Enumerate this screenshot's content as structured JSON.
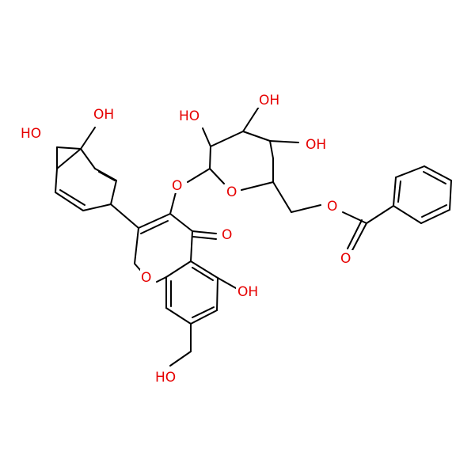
{
  "molecule": {
    "oxygen_color": "#e60000",
    "bond_color": "#000000",
    "labels": {
      "oh_catechol_3": "OH",
      "oh_catechol_4": "HO",
      "oh_sugar_2": "HO",
      "oh_sugar_3": "OH",
      "oh_sugar_4": "OH",
      "o_glycosidic": "O",
      "o_ring_sugar": "O",
      "o_ester": "O",
      "o_carbonyl_ester": "O",
      "o_ketone": "O",
      "o_ring_chromone": "O",
      "oh_5": "OH",
      "oh_7": "HO"
    }
  }
}
